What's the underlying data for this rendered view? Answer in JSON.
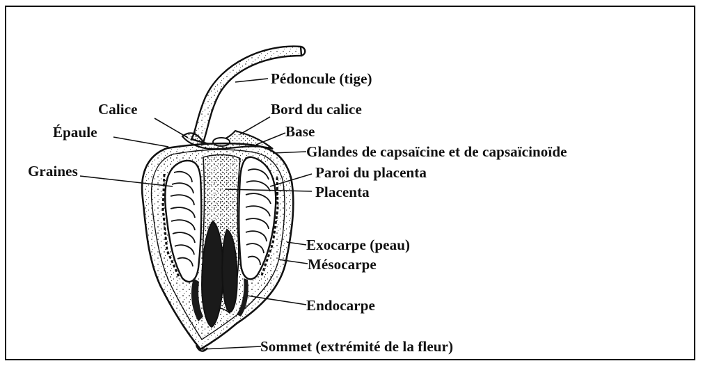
{
  "labels": {
    "pedoncule": "Pédoncule (tige)",
    "calice": "Calice",
    "bord_calice": "Bord du calice",
    "epaule": "Épaule",
    "base": "Base",
    "glandes": "Glandes de capsaïcine et de capsaïcinoïde",
    "graines": "Graines",
    "paroi_placenta": "Paroi du placenta",
    "placenta": "Placenta",
    "exocarpe": "Exocarpe (peau)",
    "mesocarpe": "Mésocarpe",
    "endocarpe": "Endocarpe",
    "sommet": "Sommet (extrémité de la fleur)"
  },
  "colors": {
    "ink": "#111111",
    "background": "#ffffff"
  }
}
